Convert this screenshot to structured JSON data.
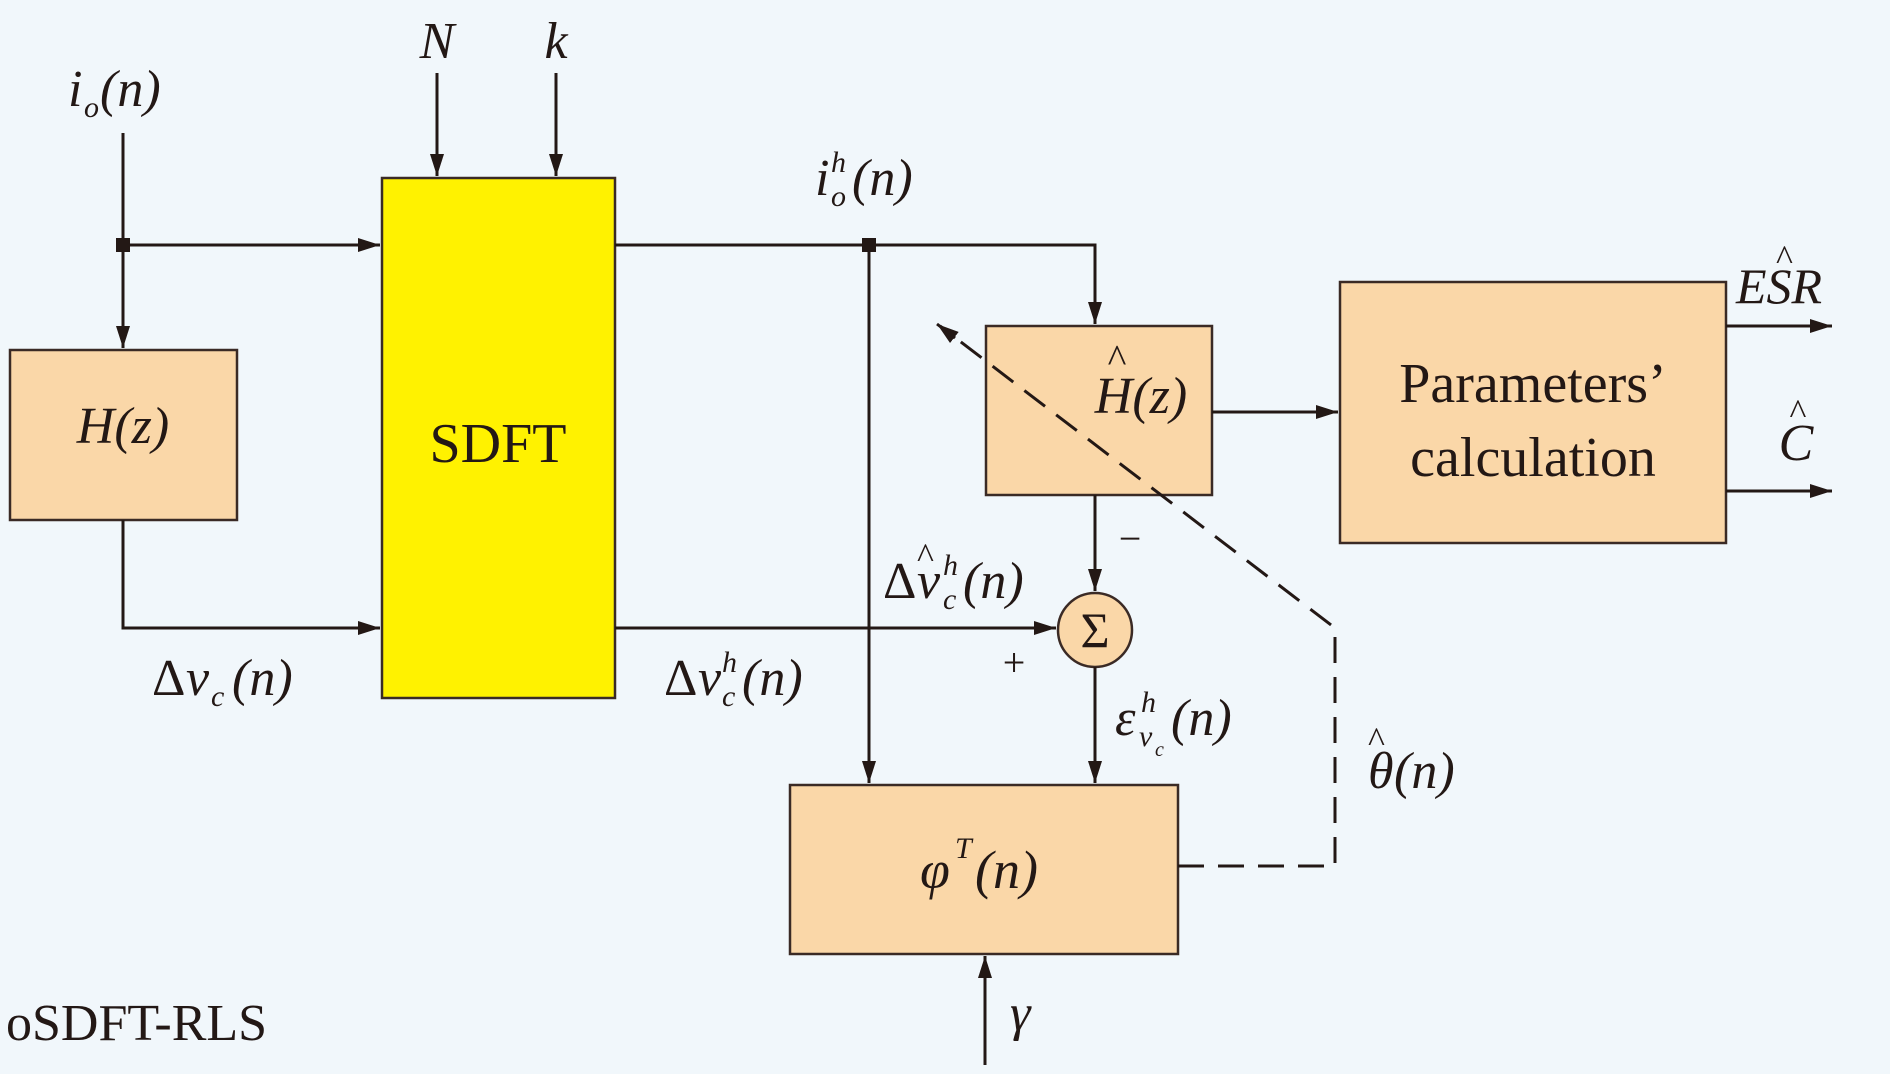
{
  "blocks": {
    "hz": "H(z)",
    "sdft": "SDFT",
    "hhat": "H(z)",
    "params_line1": "Parameters’",
    "params_line2": "calculation",
    "phi": "φ",
    "phi_sup": "T",
    "phi_arg": "(n)",
    "sum": "Σ"
  },
  "signals": {
    "io_main": "i",
    "io_sub": "o",
    "io_arg": "(n)",
    "N": "N",
    "k": "k",
    "ioh_main": "i",
    "ioh_sup": "h",
    "ioh_sub": "o",
    "ioh_arg": "(n)",
    "dvc_delta": "Δ",
    "dvc_main": "v",
    "dvc_sub": "c",
    "dvc_arg": "(n)",
    "dvch_delta": "Δ",
    "dvch_main": "v",
    "dvch_sup": "h",
    "dvch_sub": "c",
    "dvch_arg": "(n)",
    "dvhat_delta": "Δ",
    "dvhat_main": "v",
    "dvhat_sup": "h",
    "dvhat_sub": "c",
    "dvhat_arg": "(n)",
    "eps_main": "ε",
    "eps_sup": "h",
    "eps_sub": "v",
    "eps_subsub": "c",
    "eps_arg": "(n)",
    "theta_main": "θ",
    "theta_arg": "(n)",
    "gamma": "γ",
    "esr": "ESR",
    "c": "C",
    "hat": "^",
    "minus": "−",
    "plus": "+"
  },
  "caption": "oSDFT-RLS",
  "colors": {
    "block_fill": "#fad7a8",
    "sdft_fill": "#fff200",
    "sum_fill": "#fad7a8",
    "line": "#231815",
    "background": "#f1f7fb"
  }
}
